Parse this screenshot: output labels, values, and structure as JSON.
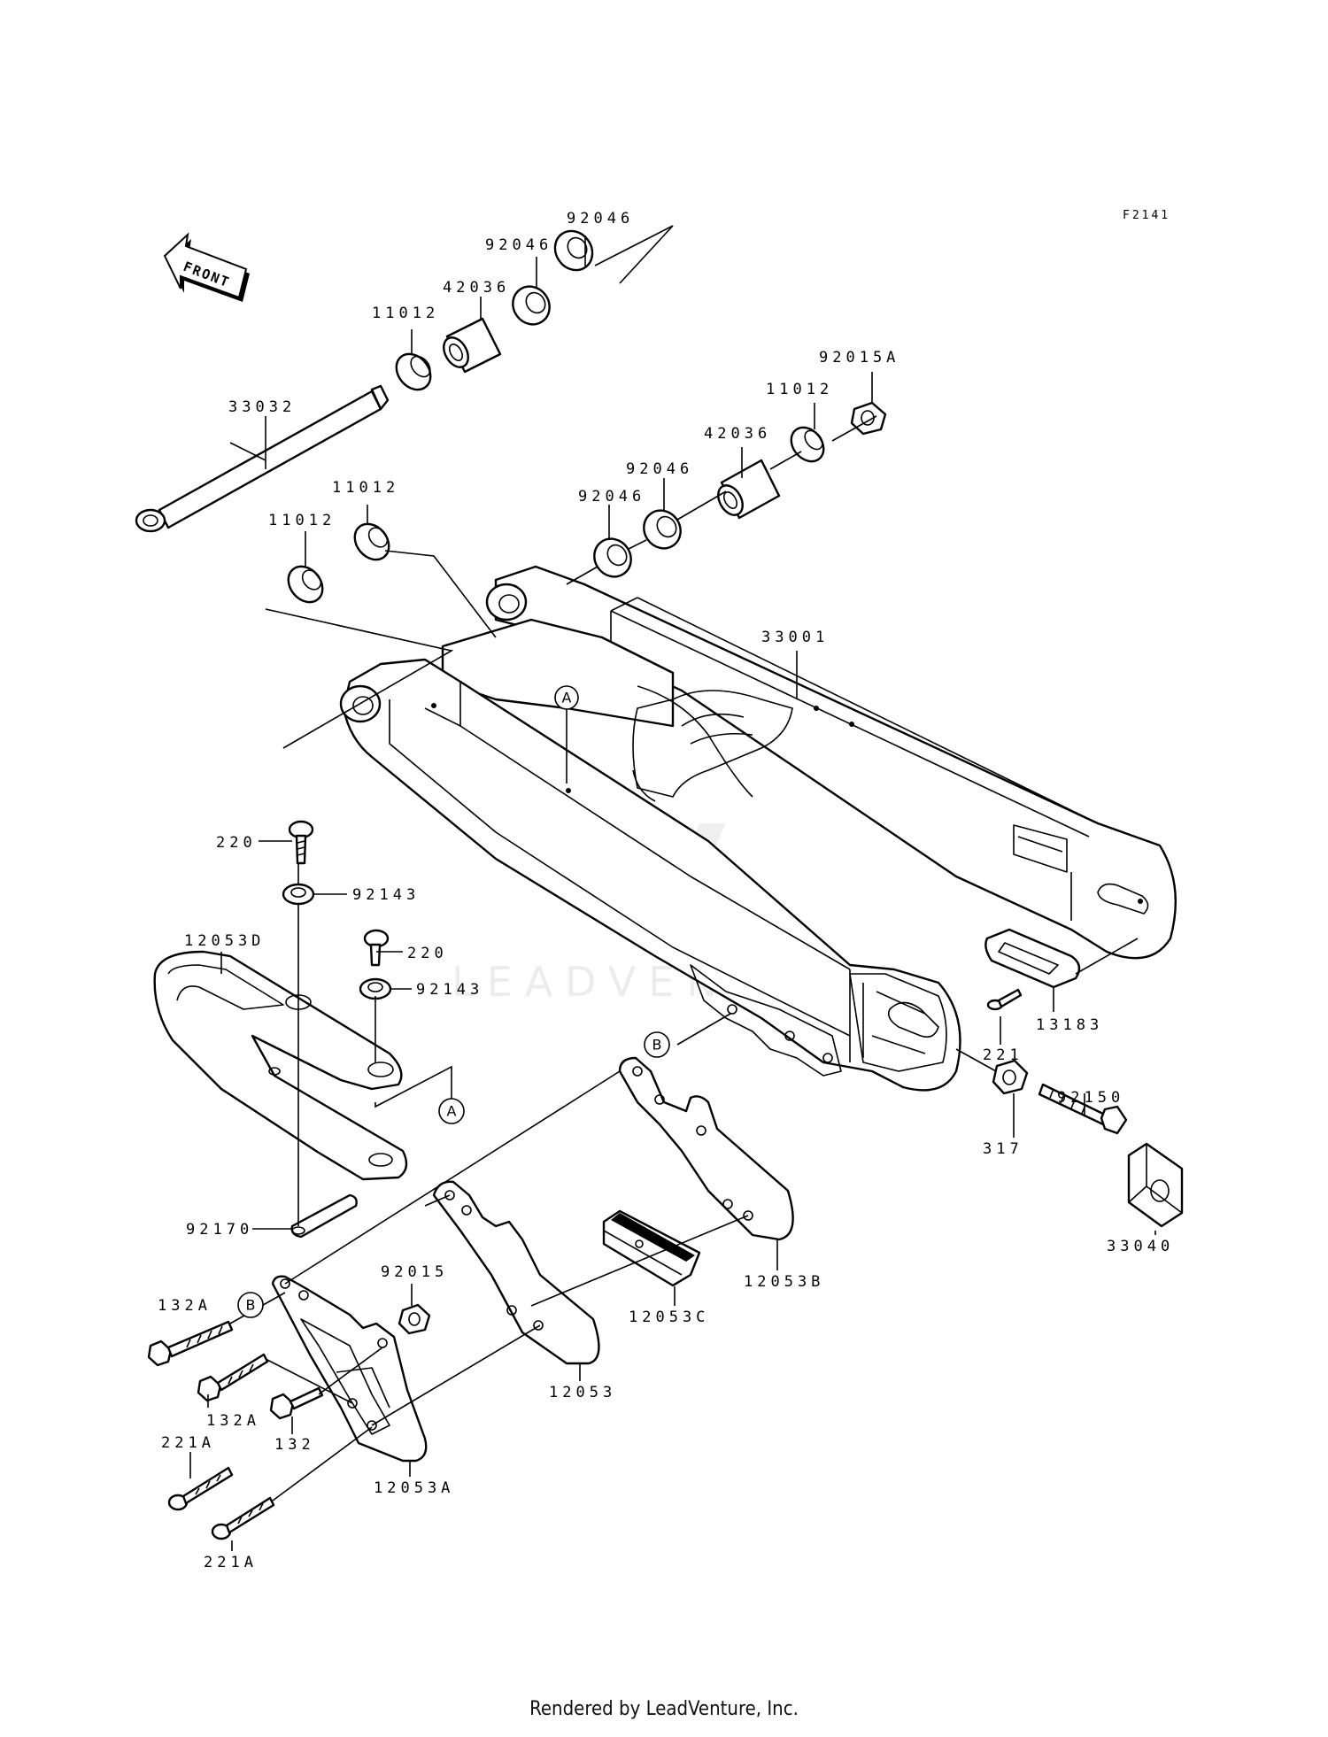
{
  "diagram_code": "F2141",
  "front_label": "FRONT",
  "watermark": "LEADVENTURE",
  "footer": "Rendered by LeadVenture, Inc.",
  "callouts": {
    "a": "A",
    "b": "B"
  },
  "parts": {
    "p92046_top1": "92046",
    "p92046_top2": "92046",
    "p42036_top": "42036",
    "p11012_top": "11012",
    "p33032": "33032",
    "p92015A": "92015A",
    "p11012_right": "11012",
    "p42036_right": "42036",
    "p92046_mid1": "92046",
    "p92046_mid2": "92046",
    "p11012_mid": "11012",
    "p11012_left": "11012",
    "p33001": "33001",
    "p220_a": "220",
    "p92143_a": "92143",
    "p12053D": "12053D",
    "p220_b": "220",
    "p92143_b": "92143",
    "p13183": "13183",
    "p221": "221",
    "p92150": "92150",
    "p317": "317",
    "p33040": "33040",
    "p92170": "92170",
    "p12053B": "12053B",
    "p92015": "92015",
    "p12053C": "12053C",
    "p132A_a": "132A",
    "p132A_b": "132A",
    "p132": "132",
    "p12053": "12053",
    "p221A_a": "221A",
    "p221A_b": "221A",
    "p12053A": "12053A"
  }
}
